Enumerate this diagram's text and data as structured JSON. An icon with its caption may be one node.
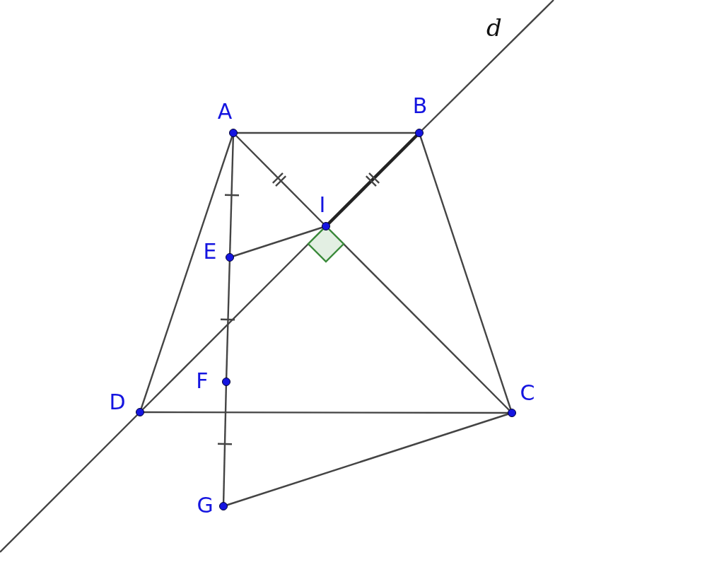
{
  "diagram": {
    "nodes": [
      {
        "text": [
          "A"
        ]
      },
      {
        "text": [
          "B"
        ]
      },
      {
        "text": [
          "I"
        ]
      },
      {
        "text": [
          "E"
        ]
      },
      {
        "text": [
          "F"
        ]
      },
      {
        "text": [
          "D"
        ]
      },
      {
        "text": [
          "C"
        ]
      },
      {
        "text": [
          "G"
        ]
      }
    ],
    "edges": [
      {
        "from": 0,
        "to": 1,
        "arrow": "none"
      },
      {
        "from": 0,
        "to": 5,
        "arrow": "none"
      },
      {
        "from": 0,
        "to": 3,
        "arrow": "none"
      },
      {
        "from": 3,
        "to": 4,
        "arrow": "none"
      },
      {
        "from": 4,
        "to": 7,
        "arrow": "none"
      },
      {
        "from": 0,
        "to": 2,
        "arrow": "none"
      },
      {
        "from": 2,
        "to": 6,
        "arrow": "none"
      },
      {
        "from": 1,
        "to": 6,
        "arrow": "none"
      },
      {
        "from": 5,
        "to": 6,
        "arrow": "none"
      },
      {
        "from": 7,
        "to": 6,
        "arrow": "none"
      },
      {
        "from": 3,
        "to": 2,
        "arrow": "none"
      },
      {
        "from": 5,
        "to": 2,
        "arrow": "none"
      },
      {
        "from": 2,
        "to": 1,
        "arrow": "none",
        "style": "thick"
      },
      {
        "from": null,
        "to": 5,
        "arrow": "none"
      },
      {
        "from": 1,
        "to": null,
        "arrow": "none"
      }
    ],
    "labels": [
      "d"
    ]
  }
}
